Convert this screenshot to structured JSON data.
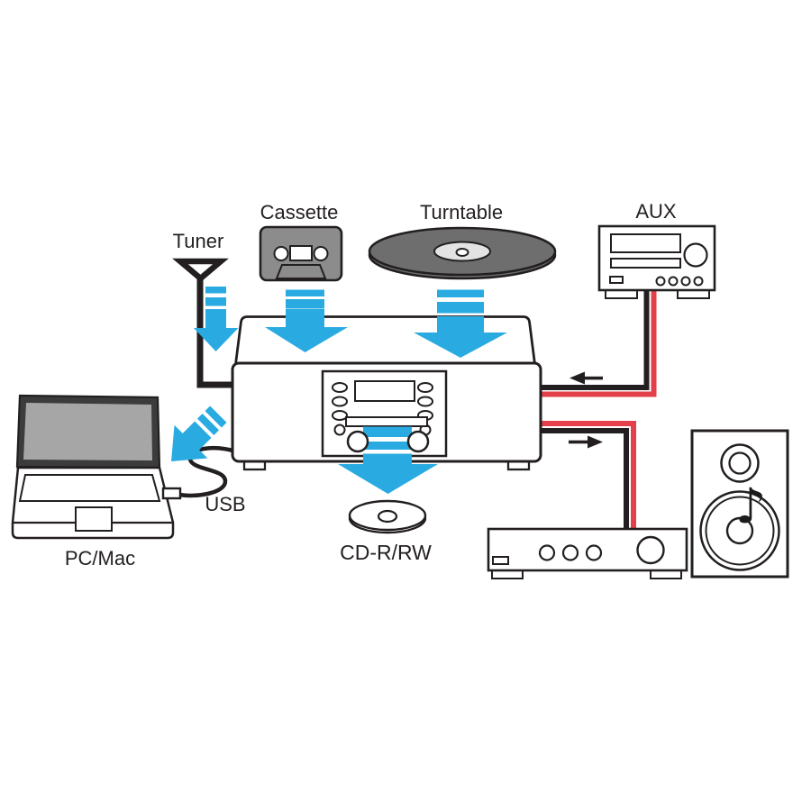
{
  "sources": {
    "tuner_label": "Tuner",
    "cassette_label": "Cassette",
    "turntable_label": "Turntable",
    "aux_label": "AUX"
  },
  "destinations": {
    "usb_label": "USB",
    "pc_label": "PC/Mac",
    "cd_label": "CD-R/RW"
  },
  "icons": {
    "music_note": "♪"
  },
  "colors": {
    "arrow_blue": "#29ABE2",
    "cable_red": "#E4404B",
    "outline_black": "#231F20",
    "cassette_gray": "#8C8C8C",
    "record_gray": "#6E6E6E",
    "laptop_screen_gray": "#A6A6A6"
  }
}
